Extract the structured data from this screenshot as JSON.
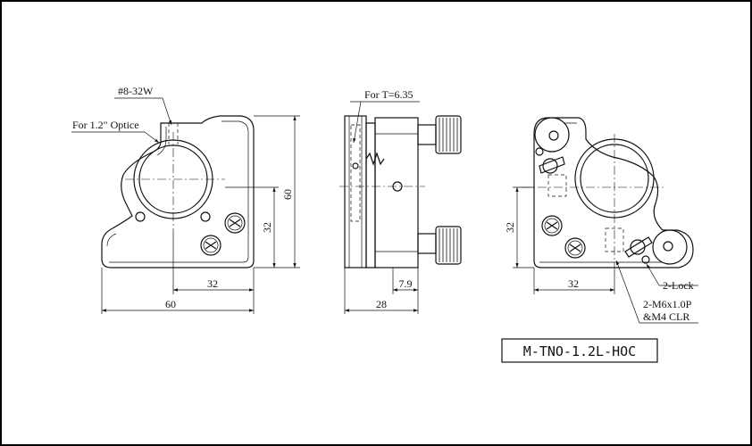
{
  "labels": {
    "thread": "#8-32W",
    "optic": "For 1.2\" Optice",
    "thickness": "For T=6.35",
    "lock": "2-Lock",
    "screws_1": "2-M6x1.0P",
    "screws_2": "&M4 CLR"
  },
  "dimensions": {
    "front_width": "60",
    "front_height": "60",
    "front_center_height": "32",
    "front_center_x": "32",
    "side_depth": "28",
    "side_knob": "7.9",
    "rear_center_height": "32",
    "rear_center_x": "32"
  },
  "model": "M-TNO-1.2L-HOC"
}
